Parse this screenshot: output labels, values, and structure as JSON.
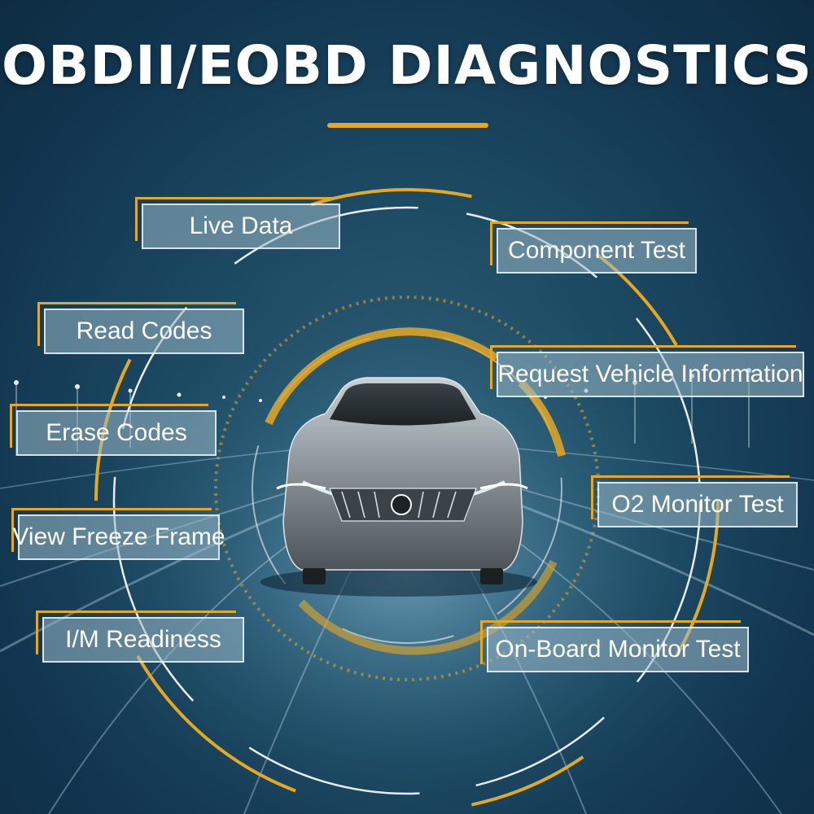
{
  "title": "OBDII/EOBD DIAGNOSTICS",
  "colors": {
    "accent": "#e5a823",
    "background": "#1d4a63",
    "label_fill": "#9bb9c8",
    "text": "#ffffff"
  },
  "functions": [
    "Live Data",
    "Component Test",
    "Read Codes",
    "Request Vehicle Information",
    "Erase Codes",
    "O2 Monitor Test",
    "View Freeze Frame",
    "I/M Readiness",
    "On-Board Monitor Test"
  ]
}
